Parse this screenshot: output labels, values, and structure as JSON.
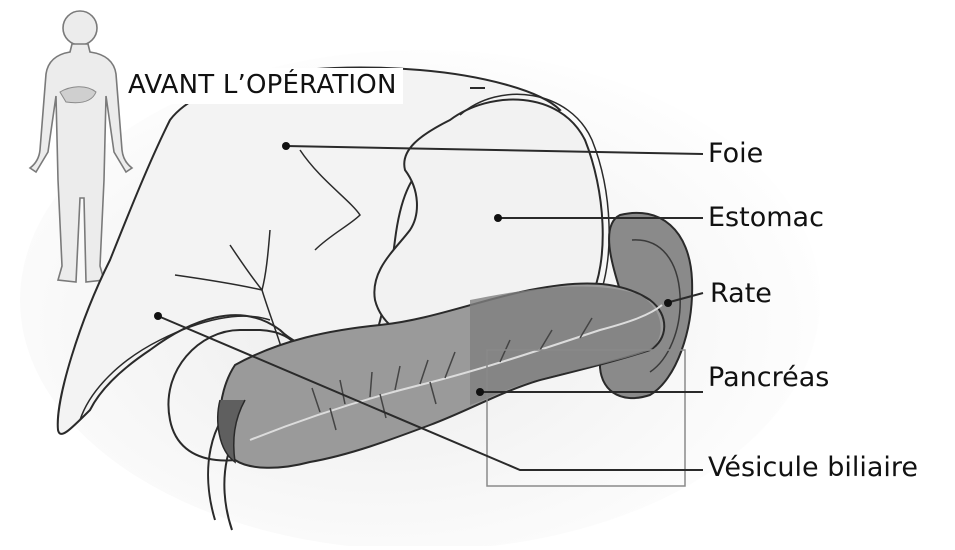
{
  "title": "AVANT L’OPÉRATION",
  "labels": {
    "foie": "Foie",
    "estomac": "Estomac",
    "rate": "Rate",
    "pancreas": "Pancréas",
    "vesicule": "Vésicule biliaire"
  },
  "colors": {
    "line": "#2a2a2a",
    "pancreas_fill": "#9a9a9a",
    "pancreas_dark": "#7f7f7f",
    "spleen_fill": "#8a8a8a",
    "organ_fill": "#f1f1f1",
    "body_fill": "#f7f7f7"
  }
}
